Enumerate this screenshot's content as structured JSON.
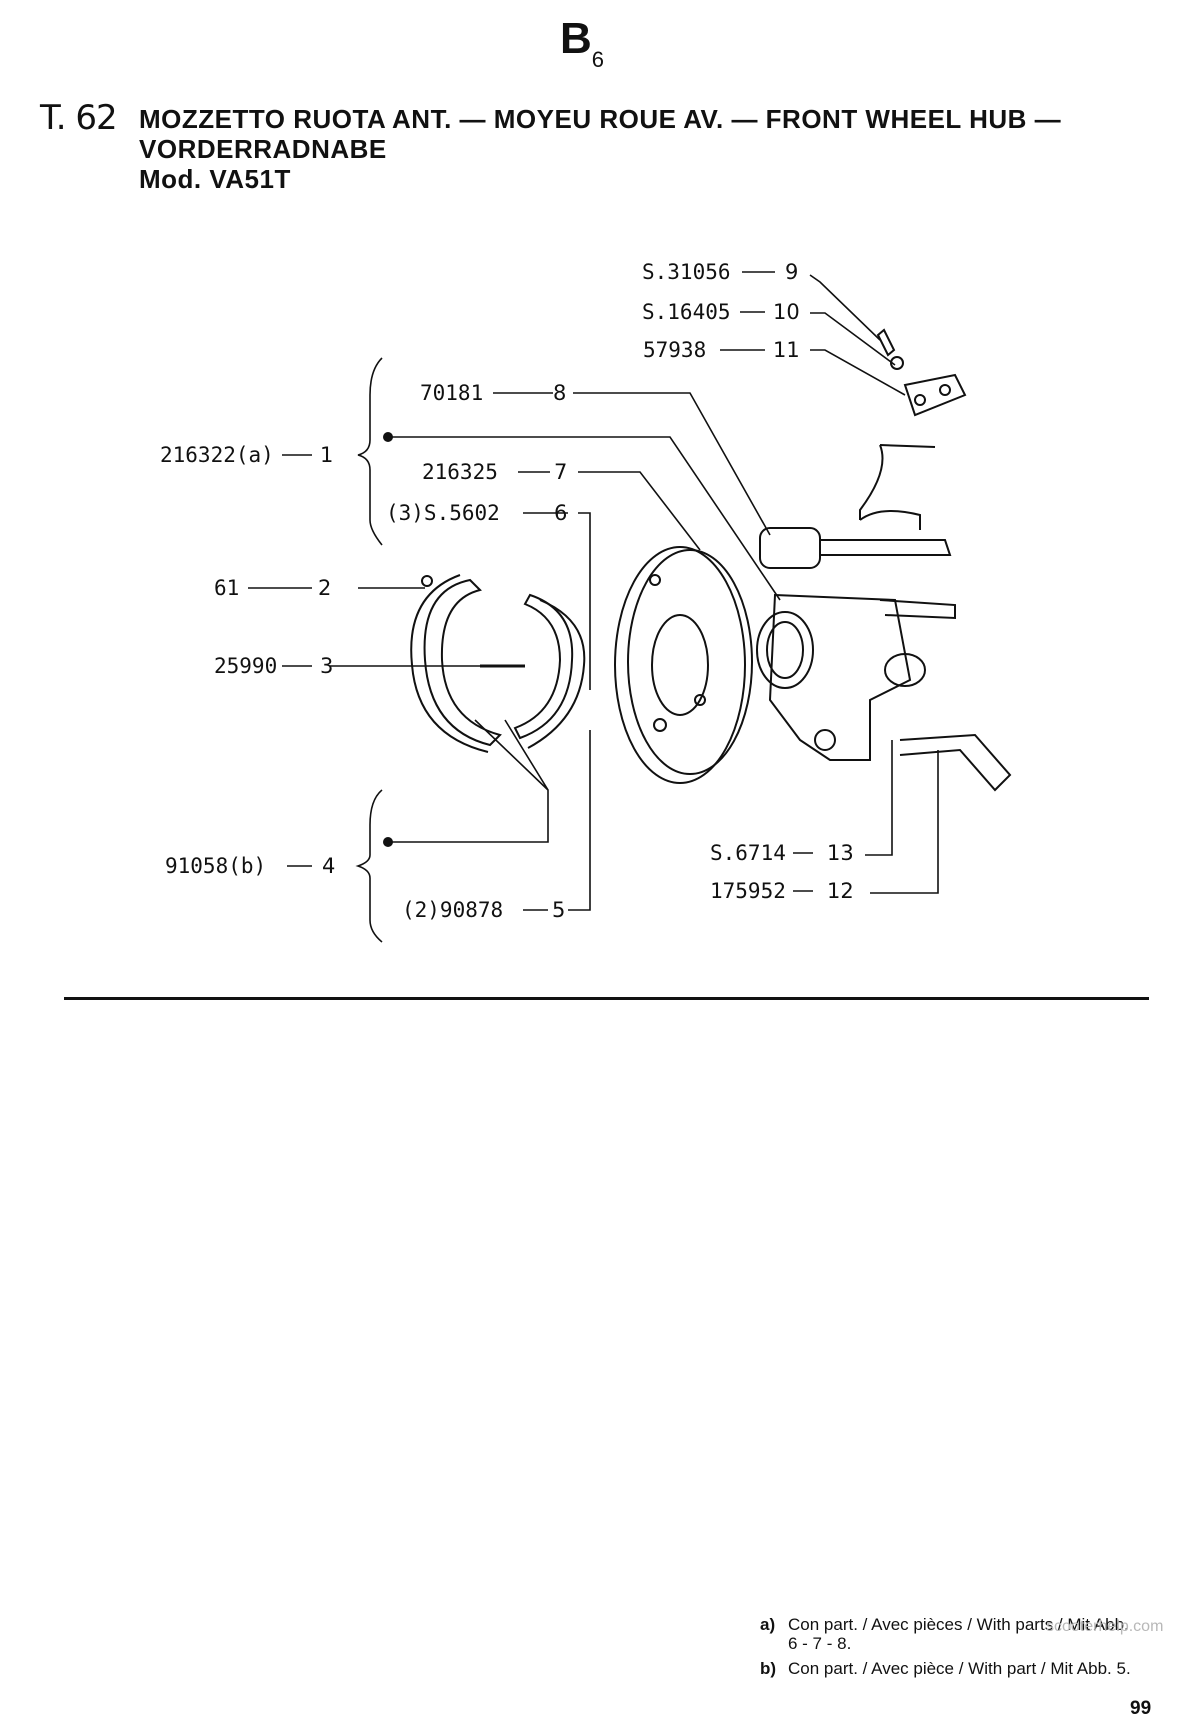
{
  "header": {
    "section_letter": "B",
    "section_index": "6",
    "table_no": "T. 62",
    "title_line1": "MOZZETTO RUOTA ANT. — MOYEU ROUE AV. — FRONT WHEEL HUB —",
    "title_line2": "VORDERRADNABE",
    "title_line3": "Mod. VA51T"
  },
  "parts": [
    {
      "code": "216322(a)",
      "ref": "1"
    },
    {
      "code": "61",
      "ref": "2"
    },
    {
      "code": "25990",
      "ref": "3"
    },
    {
      "code": "91058(b)",
      "ref": "4"
    },
    {
      "code": "(2)90878",
      "ref": "5"
    },
    {
      "code": "(3)S.5602",
      "ref": "6"
    },
    {
      "code": "216325",
      "ref": "7"
    },
    {
      "code": "70181",
      "ref": "8"
    },
    {
      "code": "S.31056",
      "ref": "9"
    },
    {
      "code": "S.16405",
      "ref": "10"
    },
    {
      "code": "57938",
      "ref": "11"
    },
    {
      "code": "175952",
      "ref": "12"
    },
    {
      "code": "S.6714",
      "ref": "13"
    }
  ],
  "notes": {
    "a_key": "a)",
    "a_text_1": "Con part. / Avec pièces / With parts / Mit Abb.",
    "a_text_2": "6 - 7 - 8.",
    "b_key": "b)",
    "b_text": "Con part. / Avec pièce / With part / Mit Abb. 5."
  },
  "page_number": "99",
  "watermark": "scooterhelp.com"
}
